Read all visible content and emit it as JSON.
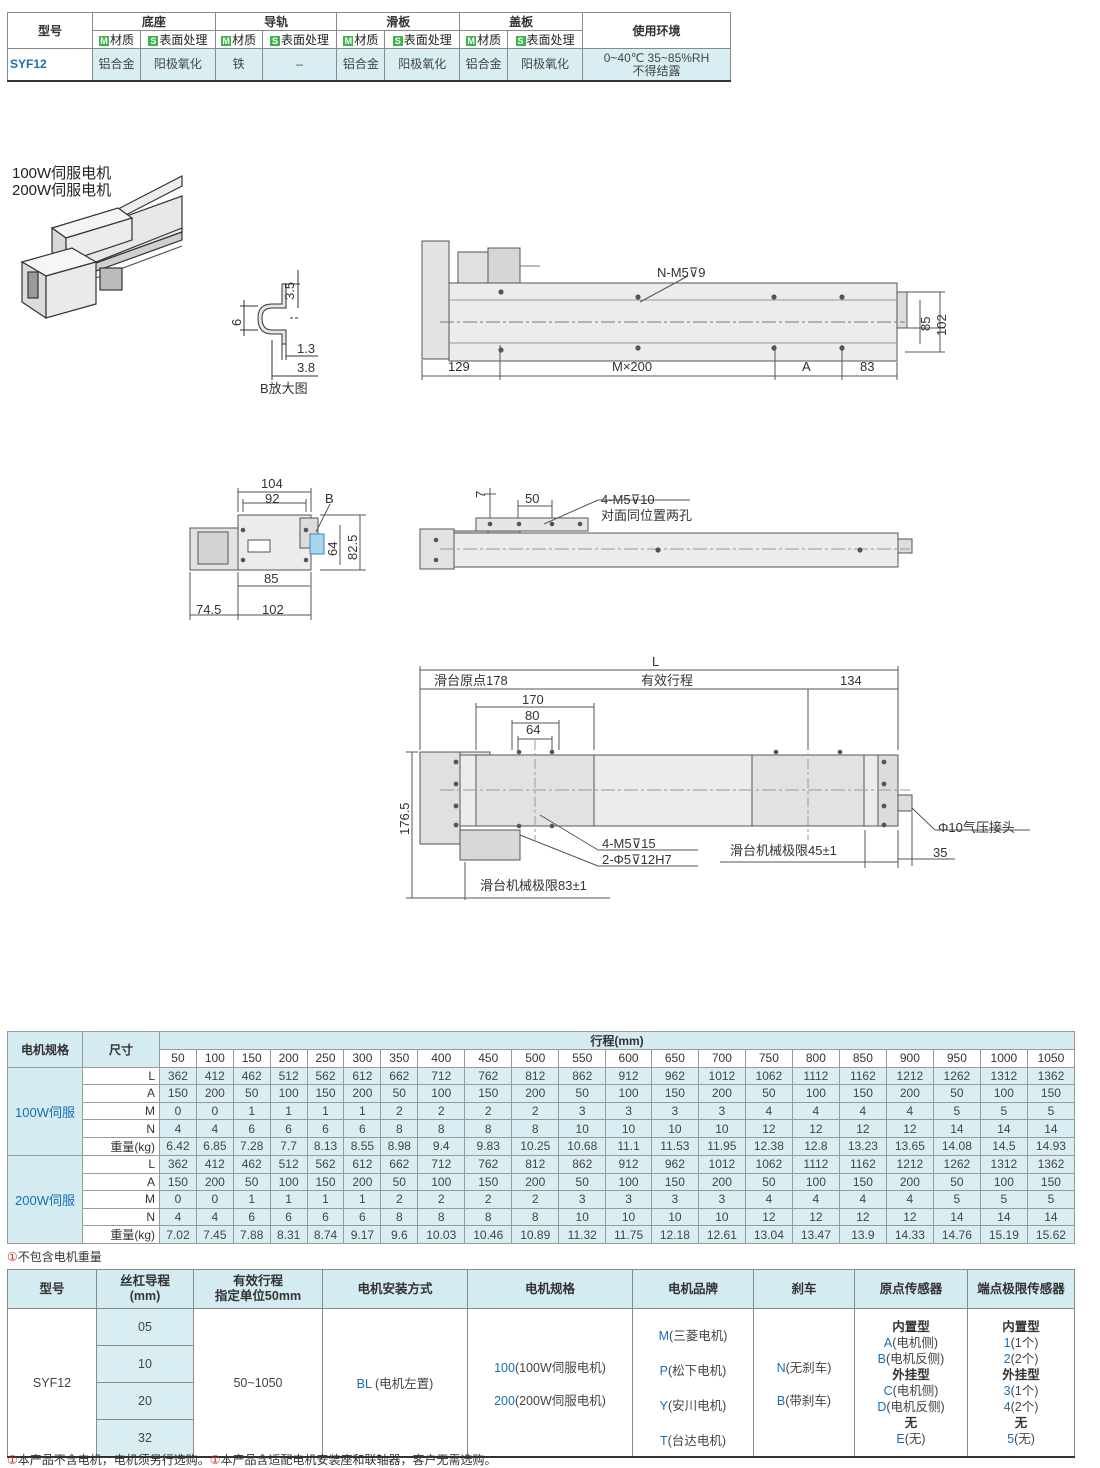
{
  "material_table": {
    "headers": {
      "model": "型号",
      "base": "底座",
      "rail": "导轨",
      "slider": "滑板",
      "cover": "盖板",
      "env": "使用环境"
    },
    "sub": {
      "m_badge": "M",
      "s_badge": "S",
      "material": "材质",
      "surface": "表面处理"
    },
    "row": {
      "model": "SYF12",
      "base_material": "铝合金",
      "base_surface": "阳极氧化",
      "rail_material": "铁",
      "rail_surface": "–",
      "slider_material": "铝合金",
      "slider_surface": "阳极氧化",
      "cover_material": "铝合金",
      "cover_surface": "阳极氧化",
      "env_line1": "0~40℃  35~85%RH",
      "env_line2": "不得结露"
    }
  },
  "drawings": {
    "motor_caption_1": "100W伺服电机",
    "motor_caption_2": "200W伺服电机",
    "detail_b": {
      "title": "B放大图",
      "d_3_5": "3.5",
      "d_6": "6",
      "d_1_3": "1.3",
      "d_3_8": "3.8"
    },
    "top_view": {
      "hole_label": "N-M5⊽9",
      "d_129": "129",
      "d_m200": "M×200",
      "d_a": "A",
      "d_83": "83",
      "d_85": "85",
      "d_102": "102"
    },
    "end_view": {
      "d_104": "104",
      "d_92": "92",
      "b_label": "B",
      "d_64": "64",
      "d_82_5": "82.5",
      "d_85": "85",
      "d_74_5": "74.5",
      "d_102": "102"
    },
    "side_view": {
      "d_7": "7",
      "d_50": "50",
      "hole_label": "4-M5⊽10",
      "hole_note": "对面同位置两孔"
    },
    "bottom_view": {
      "d_L": "L",
      "origin": "滑台原点178",
      "stroke": "有效行程",
      "d_134": "134",
      "d_170": "170",
      "d_80": "80",
      "d_64": "64",
      "d_176_5": "176.5",
      "air": "Φ10气压接头",
      "hole1": "4-M5⊽15",
      "hole2": "2-Φ5⊽12H7",
      "limit45": "滑台机械极限45±1",
      "d_35": "35",
      "limit83": "滑台机械极限83±1"
    }
  },
  "dimension_table": {
    "col_motor": "电机规格",
    "col_dim": "尺寸",
    "col_stroke": "行程(mm)",
    "strokes": [
      "50",
      "100",
      "150",
      "200",
      "250",
      "300",
      "350",
      "400",
      "450",
      "500",
      "550",
      "600",
      "650",
      "700",
      "750",
      "800",
      "850",
      "900",
      "950",
      "1000",
      "1050"
    ],
    "groups": [
      {
        "motor": "100W伺服",
        "rows": [
          {
            "name": "L",
            "values": [
              "362",
              "412",
              "462",
              "512",
              "562",
              "612",
              "662",
              "712",
              "762",
              "812",
              "862",
              "912",
              "962",
              "1012",
              "1062",
              "1112",
              "1162",
              "1212",
              "1262",
              "1312",
              "1362"
            ]
          },
          {
            "name": "A",
            "values": [
              "150",
              "200",
              "50",
              "100",
              "150",
              "200",
              "50",
              "100",
              "150",
              "200",
              "50",
              "100",
              "150",
              "200",
              "50",
              "100",
              "150",
              "200",
              "50",
              "100",
              "150"
            ]
          },
          {
            "name": "M",
            "values": [
              "0",
              "0",
              "1",
              "1",
              "1",
              "1",
              "2",
              "2",
              "2",
              "2",
              "3",
              "3",
              "3",
              "3",
              "4",
              "4",
              "4",
              "4",
              "5",
              "5",
              "5"
            ]
          },
          {
            "name": "N",
            "values": [
              "4",
              "4",
              "6",
              "6",
              "6",
              "6",
              "8",
              "8",
              "8",
              "8",
              "10",
              "10",
              "10",
              "10",
              "12",
              "12",
              "12",
              "12",
              "14",
              "14",
              "14"
            ]
          },
          {
            "name": "重量(kg)",
            "values": [
              "6.42",
              "6.85",
              "7.28",
              "7.7",
              "8.13",
              "8.55",
              "8.98",
              "9.4",
              "9.83",
              "10.25",
              "10.68",
              "11.1",
              "11.53",
              "11.95",
              "12.38",
              "12.8",
              "13.23",
              "13.65",
              "14.08",
              "14.5",
              "14.93"
            ]
          }
        ]
      },
      {
        "motor": "200W伺服",
        "rows": [
          {
            "name": "L",
            "values": [
              "362",
              "412",
              "462",
              "512",
              "562",
              "612",
              "662",
              "712",
              "762",
              "812",
              "862",
              "912",
              "962",
              "1012",
              "1062",
              "1112",
              "1162",
              "1212",
              "1262",
              "1312",
              "1362"
            ]
          },
          {
            "name": "A",
            "values": [
              "150",
              "200",
              "50",
              "100",
              "150",
              "200",
              "50",
              "100",
              "150",
              "200",
              "50",
              "100",
              "150",
              "200",
              "50",
              "100",
              "150",
              "200",
              "50",
              "100",
              "150"
            ]
          },
          {
            "name": "M",
            "values": [
              "0",
              "0",
              "1",
              "1",
              "1",
              "1",
              "2",
              "2",
              "2",
              "2",
              "3",
              "3",
              "3",
              "3",
              "4",
              "4",
              "4",
              "4",
              "5",
              "5",
              "5"
            ]
          },
          {
            "name": "N",
            "values": [
              "4",
              "4",
              "6",
              "6",
              "6",
              "6",
              "8",
              "8",
              "8",
              "8",
              "10",
              "10",
              "10",
              "10",
              "12",
              "12",
              "12",
              "12",
              "14",
              "14",
              "14"
            ]
          },
          {
            "name": "重量(kg)",
            "values": [
              "7.02",
              "7.45",
              "7.88",
              "8.31",
              "8.74",
              "9.17",
              "9.6",
              "10.03",
              "10.46",
              "10.89",
              "11.32",
              "11.75",
              "12.18",
              "12.61",
              "13.04",
              "13.47",
              "13.9",
              "14.33",
              "14.76",
              "15.19",
              "15.62"
            ]
          }
        ]
      }
    ],
    "note_mark": "①",
    "note": "不包含电机重量"
  },
  "order_table": {
    "headers": {
      "model": "型号",
      "lead_1": "丝杠导程",
      "lead_2": "(mm)",
      "stroke_1": "有效行程",
      "stroke_2": "指定单位50mm",
      "mount": "电机安装方式",
      "motor": "电机规格",
      "brand": "电机品牌",
      "brake": "刹车",
      "origin": "原点传感器",
      "limit": "端点极限传感器"
    },
    "model": "SYF12",
    "leads": [
      "05",
      "10",
      "20",
      "32"
    ],
    "stroke_range": "50~1050",
    "mount": {
      "code": "BL",
      "text": " (电机左置)"
    },
    "motors": [
      {
        "code": "100",
        "text": "(100W伺服电机)"
      },
      {
        "code": "200",
        "text": "(200W伺服电机)"
      }
    ],
    "brands": [
      {
        "code": "M",
        "text": "(三菱电机)"
      },
      {
        "code": "P",
        "text": "(松下电机)"
      },
      {
        "code": "Y",
        "text": "(安川电机)"
      },
      {
        "code": "T",
        "text": "(台达电机)"
      }
    ],
    "brakes": [
      {
        "code": "N",
        "text": "(无刹车)"
      },
      {
        "code": "B",
        "text": "(带刹车)"
      }
    ],
    "origin_sensor": {
      "builtin": "内置型",
      "a": {
        "code": "A",
        "text": "(电机侧)"
      },
      "b": {
        "code": "B",
        "text": "(电机反侧)"
      },
      "external": "外挂型",
      "c": {
        "code": "C",
        "text": "(电机侧)"
      },
      "d": {
        "code": "D",
        "text": "(电机反侧)"
      },
      "none": "无",
      "e": {
        "code": "E",
        "text": "(无)"
      }
    },
    "limit_sensor": {
      "builtin": "内置型",
      "one": {
        "code": "1",
        "text": "(1个)"
      },
      "two": {
        "code": "2",
        "text": "(2个)"
      },
      "external": "外挂型",
      "three": {
        "code": "3",
        "text": "(1个)"
      },
      "four": {
        "code": "4",
        "text": "(2个)"
      },
      "none": "无",
      "five": {
        "code": "5",
        "text": "(无)"
      }
    }
  },
  "footer": {
    "mark1": "①",
    "text1": "本产品不含电机，电机须另行选购。",
    "mark2": "①",
    "text2": "本产品含适配电机安装座和联轴器，客户无需选购。"
  }
}
